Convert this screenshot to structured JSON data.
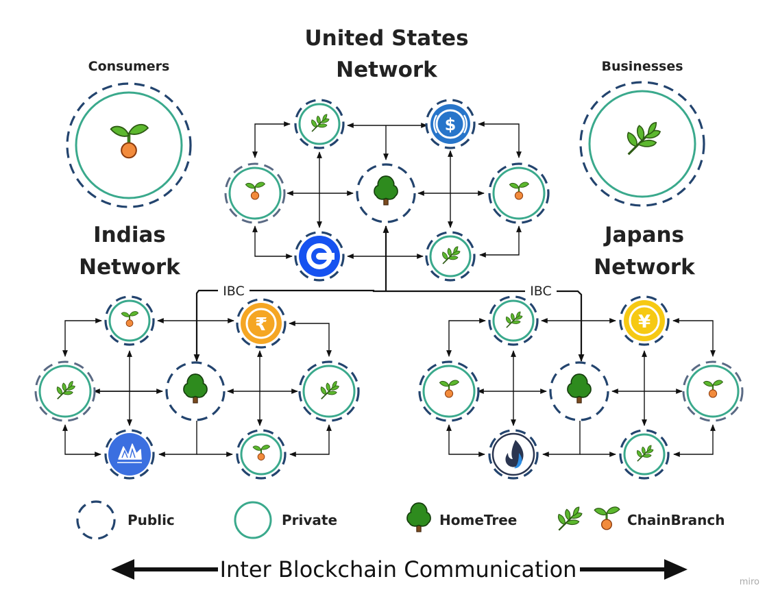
{
  "titles": {
    "us_network_line1": "United States",
    "us_network_line2": "Network",
    "india_network_line1": "Indias",
    "india_network_line2": "Network",
    "japan_network_line1": "Japans",
    "japan_network_line2": "Network",
    "consumers": "Consumers",
    "businesses": "Businesses"
  },
  "ibc_labels": {
    "left": "IBC",
    "right": "IBC"
  },
  "legend": {
    "public": "Public",
    "private": "Private",
    "hometree": "HomeTree",
    "chainbranch": "ChainBranch"
  },
  "footer": {
    "caption": "Inter Blockchain Communication",
    "watermark": "miro"
  },
  "colors": {
    "public_dash": "#23446e",
    "private_ring": "#3aa98c",
    "tree_green": "#2e8b1e",
    "usdc_blue": "#2775ca",
    "rupee_orange": "#f5a623",
    "yen_gold": "#f6c913"
  },
  "icons": {
    "currencies": {
      "usd": "$",
      "inr": "₹",
      "jpy": "¥"
    }
  }
}
